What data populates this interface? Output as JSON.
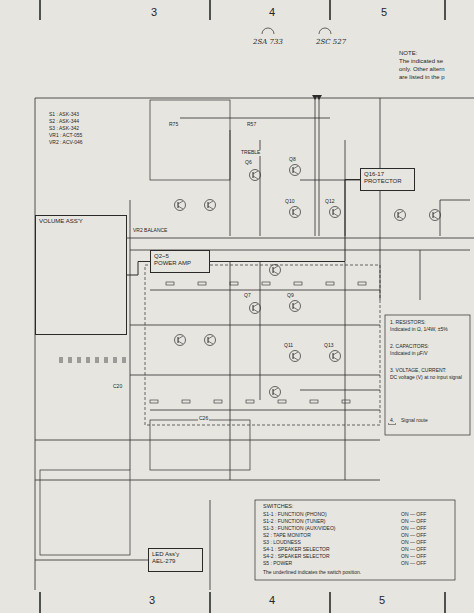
{
  "diagram": {
    "nodes": [
      {
        "text": [
          "VOLUME ASS'Y"
        ]
      },
      {
        "text": [
          "Q2~5",
          "POWER AMP"
        ]
      },
      {
        "text": [
          "Q16-17",
          "PROTECTOR"
        ]
      },
      {
        "text": [
          "LED Ass'y",
          "AEL-279"
        ]
      }
    ],
    "edges": [
      {
        "from": 0,
        "to": 1,
        "arrow": "none"
      },
      {
        "from": 1,
        "to": 2,
        "arrow": "none"
      }
    ],
    "labels": [
      "3",
      "4",
      "5",
      "2SA 733",
      "2SC 527",
      "NOTE:",
      "The indicated se",
      "only. Other altern",
      "are listed in the p",
      "S1 : ASK-343",
      "S2 : ASK-344",
      "S3 : ASK-342",
      "VR1 : ACT-055",
      "VR2 : ACV-046",
      "VR2 BALANCE",
      "TREBLE",
      "Q6",
      "Q8",
      "Q10",
      "Q12",
      "Q7",
      "Q9",
      "Q11",
      "Q13",
      "R75",
      "C20",
      "C26",
      "R57",
      "1. RESISTORS:",
      "Indicated in Ω, 1/4W, ±5%",
      "2. CAPACITORS:",
      "Indicated in µF/V",
      "3. VOLTAGE, CURRENT:",
      "DC voltage (V) at no input signal",
      "4.",
      "Signal route",
      "SWITCHES:",
      "S1-1 : FUNCTION (PHONO)",
      "S1-2 : FUNCTION (TUNER)",
      "S1-3 : FUNCTION (AUX/VIDEO)",
      "S2 : TAPE MONITOR",
      "S3 : LOUDNESS",
      "S4-1 : SPEAKER SELECTOR",
      "S4-2 : SPEAKER SELECTOR",
      "S5 : POWER",
      "ON — OFF",
      "ON — OFF",
      "ON — OFF",
      "ON — OFF",
      "ON — OFF",
      "ON — OFF",
      "ON — OFF",
      "ON — OFF",
      "The underlined indicates the switch position.",
      "3",
      "4",
      "5"
    ]
  }
}
